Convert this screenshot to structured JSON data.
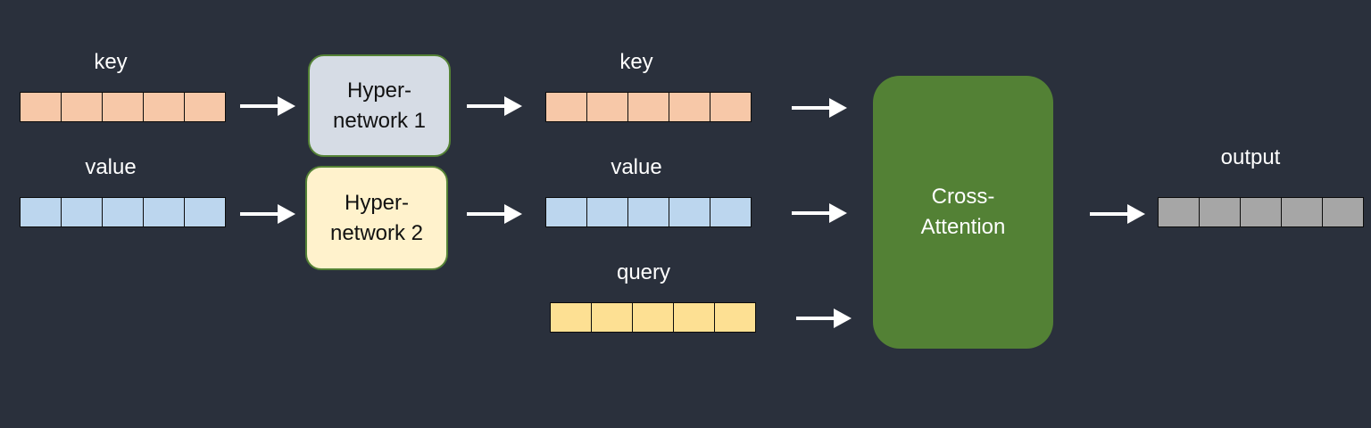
{
  "labels": {
    "key_in": "key",
    "value_in": "value",
    "key_out": "key",
    "value_out": "value",
    "query": "query",
    "output": "output"
  },
  "blocks": {
    "hypernetwork_1": {
      "line1": "Hyper-",
      "line2": "network 1"
    },
    "hypernetwork_2": {
      "line1": "Hyper-",
      "line2": "network 2"
    },
    "cross_attention": {
      "line1": "Cross-",
      "line2": "Attention"
    }
  },
  "colors": {
    "background": "#2a303c",
    "key_cell": "#f7c8a8",
    "value_cell": "#bcd6ee",
    "query_cell": "#fde093",
    "output_cell": "#a6a6a6",
    "hypernetwork_1_fill": "#d6dce5",
    "hypernetwork_2_fill": "#fff2cc",
    "hypernetwork_border": "#548235",
    "cross_attention_fill": "#538135",
    "arrow": "#ffffff"
  },
  "vector_cells": 5,
  "icons": {
    "arrow": "right-arrow-icon"
  }
}
